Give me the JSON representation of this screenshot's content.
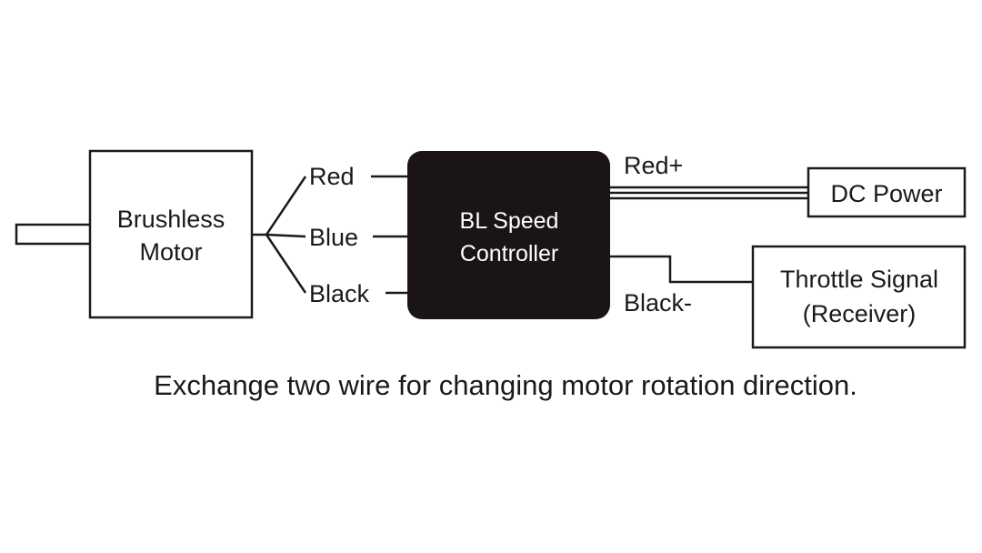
{
  "motor": {
    "line1": "Brushless",
    "line2": "Motor"
  },
  "controller": {
    "line1": "BL Speed",
    "line2": "Controller",
    "fill_color": "#1a1414"
  },
  "motor_wires": {
    "red": "Red",
    "blue": "Blue",
    "black": "Black"
  },
  "power_wires": {
    "positive": "Red+",
    "negative": "Black-"
  },
  "dc_power": {
    "label": "DC Power"
  },
  "throttle": {
    "line1": "Throttle Signal",
    "line2": "(Receiver)"
  },
  "caption": "Exchange two wire for changing motor rotation direction."
}
